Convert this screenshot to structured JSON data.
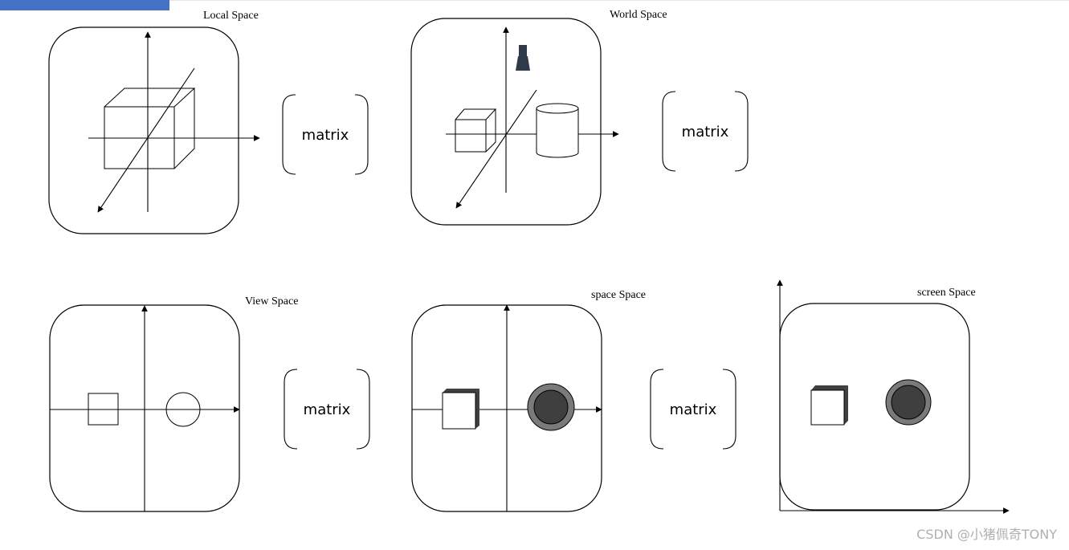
{
  "panels": {
    "local": {
      "title": "Local Space"
    },
    "world": {
      "title": "World Space"
    },
    "view": {
      "title": "View Space"
    },
    "clip": {
      "title": "space Space"
    },
    "screen": {
      "title": "screen Space"
    }
  },
  "matrices": {
    "m1": "matrix",
    "m2": "matrix",
    "m3": "matrix",
    "m4": "matrix"
  },
  "colors": {
    "accent_bar": "#4472C4",
    "dark_fill": "#3f3f3f",
    "ring_fill": "#7a7a7a",
    "camera_fill": "#2f3b4b"
  },
  "watermark": "CSDN @小猪佩奇TONY"
}
